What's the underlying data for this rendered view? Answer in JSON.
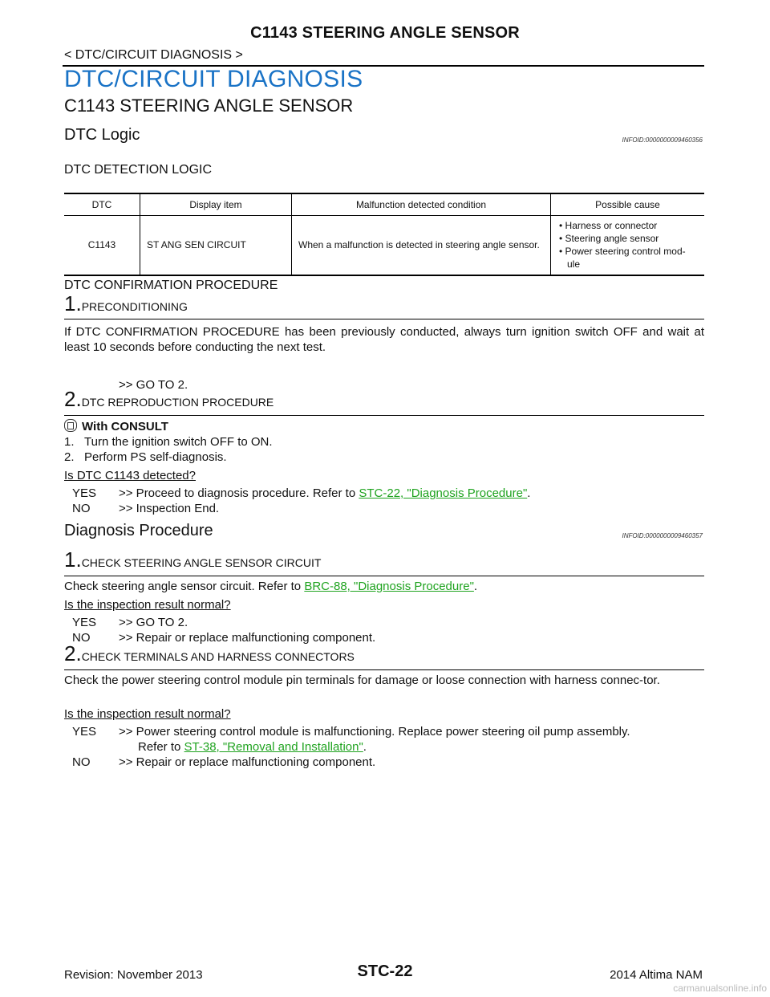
{
  "header": {
    "title": "C1143 STEERING ANGLE SENSOR",
    "breadcrumb": "< DTC/CIRCUIT DIAGNOSIS >"
  },
  "section_title": "DTC/CIRCUIT DIAGNOSIS",
  "subsection_title": "C1143 STEERING ANGLE SENSOR",
  "dtc_logic": {
    "title": "DTC Logic",
    "infoid": "INFOID:0000000009460356",
    "detection_heading": "DTC DETECTION LOGIC",
    "table": {
      "headers": [
        "DTC",
        "Display item",
        "Malfunction detected condition",
        "Possible cause"
      ],
      "row": {
        "dtc": "C1143",
        "display_item": "ST ANG SEN CIRCUIT",
        "condition": "When a malfunction is detected in steering angle sensor.",
        "causes": [
          "Harness or connector",
          "Steering angle sensor",
          "Power steering control mod-ule"
        ]
      }
    },
    "confirmation_heading": "DTC CONFIRMATION PROCEDURE",
    "step1": {
      "num": "1.",
      "title": "PRECONDITIONING",
      "text": "If DTC CONFIRMATION PROCEDURE has been previously conducted, always turn ignition switch OFF and wait at least 10 seconds before conducting the next test.",
      "goto": ">> GO TO 2."
    },
    "step2": {
      "num": "2.",
      "title": "DTC REPRODUCTION PROCEDURE",
      "consult_label": "With CONSULT",
      "items": [
        "1.   Turn the ignition switch OFF to ON.",
        "2.   Perform PS self-diagnosis."
      ],
      "question": "Is DTC C1143 detected?",
      "yes_label": "YES",
      "yes_text": ">> Proceed to diagnosis procedure. Refer to ",
      "yes_link": "STC-22, \"Diagnosis Procedure\"",
      "no_label": "NO",
      "no_text": ">> Inspection End."
    }
  },
  "diagnosis": {
    "title": "Diagnosis Procedure",
    "infoid": "INFOID:0000000009460357",
    "step1": {
      "num": "1.",
      "title": "CHECK STEERING ANGLE SENSOR CIRCUIT",
      "text": "Check steering angle sensor circuit. Refer to ",
      "link": "BRC-88, \"Diagnosis Procedure\"",
      "question": "Is the inspection result normal?",
      "yes_label": "YES",
      "yes_text": ">> GO TO 2.",
      "no_label": "NO",
      "no_text": ">> Repair or replace malfunctioning component."
    },
    "step2": {
      "num": "2.",
      "title": "CHECK TERMINALS AND HARNESS CONNECTORS",
      "text": "Check the power steering control module pin terminals for damage or loose connection with harness connec-tor.",
      "question": "Is the inspection result normal?",
      "yes_label": "YES",
      "yes_text_1": ">> Power steering control module is malfunctioning. Replace power steering oil pump assembly.",
      "yes_text_2": "Refer to ",
      "yes_link": "ST-38, \"Removal and Installation\"",
      "no_label": "NO",
      "no_text": ">> Repair or replace malfunctioning component."
    }
  },
  "footer": {
    "revision": "Revision: November 2013",
    "page": "STC-22",
    "model": "2014 Altima NAM",
    "watermark": "carmanualsonline.info"
  }
}
